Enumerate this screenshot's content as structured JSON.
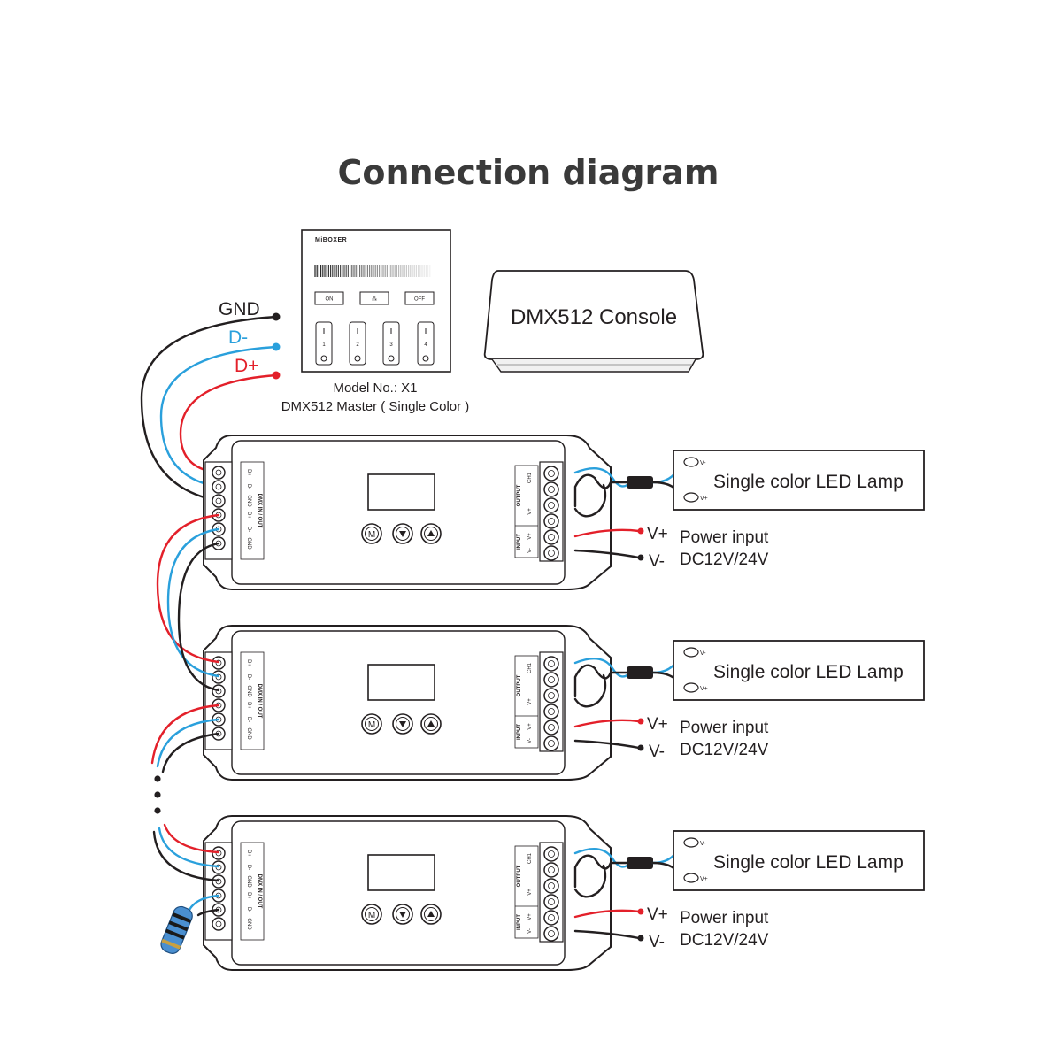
{
  "title": "Connection diagram",
  "colors": {
    "gnd_wire": "#231f20",
    "d_minus_wire": "#2aa0dc",
    "d_plus_wire": "#e3202a",
    "outline": "#231f20"
  },
  "signal_labels": {
    "gnd": "GND",
    "d_minus": "D-",
    "d_plus": "D+"
  },
  "master_panel": {
    "brand": "MiBOXER",
    "buttons": [
      "ON",
      "",
      "OFF"
    ],
    "zone_numbers": [
      "1",
      "2",
      "3",
      "4"
    ],
    "model": "Model No.: X1",
    "description": "DMX512 Master ( Single Color )"
  },
  "console": {
    "label": "DMX512 Console"
  },
  "decoder": {
    "left_terminals": [
      "D+",
      "D-",
      "GND",
      "D+",
      "D-",
      "GND"
    ],
    "dmx_label": "DMX IN / OUT",
    "output_label": "OUTPUT",
    "channel_label": "CH1",
    "output_terminals": [
      "V+"
    ],
    "input_label": "INPUT",
    "input_terminals": [
      "V+",
      "V-"
    ],
    "buttons": [
      "M",
      "down-arrow-icon",
      "up-arrow-icon"
    ]
  },
  "units": [
    {
      "lamp": {
        "label": "Single color LED Lamp",
        "v_minus": "V-",
        "v_plus": "V+"
      },
      "power": {
        "v_plus": "V+",
        "v_minus": "V-",
        "label": "Power input",
        "voltage": "DC12V/24V"
      }
    },
    {
      "lamp": {
        "label": "Single color LED Lamp",
        "v_minus": "V-",
        "v_plus": "V+"
      },
      "power": {
        "v_plus": "V+",
        "v_minus": "V-",
        "label": "Power input",
        "voltage": "DC12V/24V"
      }
    },
    {
      "lamp": {
        "label": "Single color LED Lamp",
        "v_minus": "V-",
        "v_plus": "V+"
      },
      "power": {
        "v_plus": "V+",
        "v_minus": "V-",
        "label": "Power input",
        "voltage": "DC12V/24V"
      }
    }
  ],
  "terminator": {
    "type": "resistor",
    "icon": "resistor-icon"
  }
}
